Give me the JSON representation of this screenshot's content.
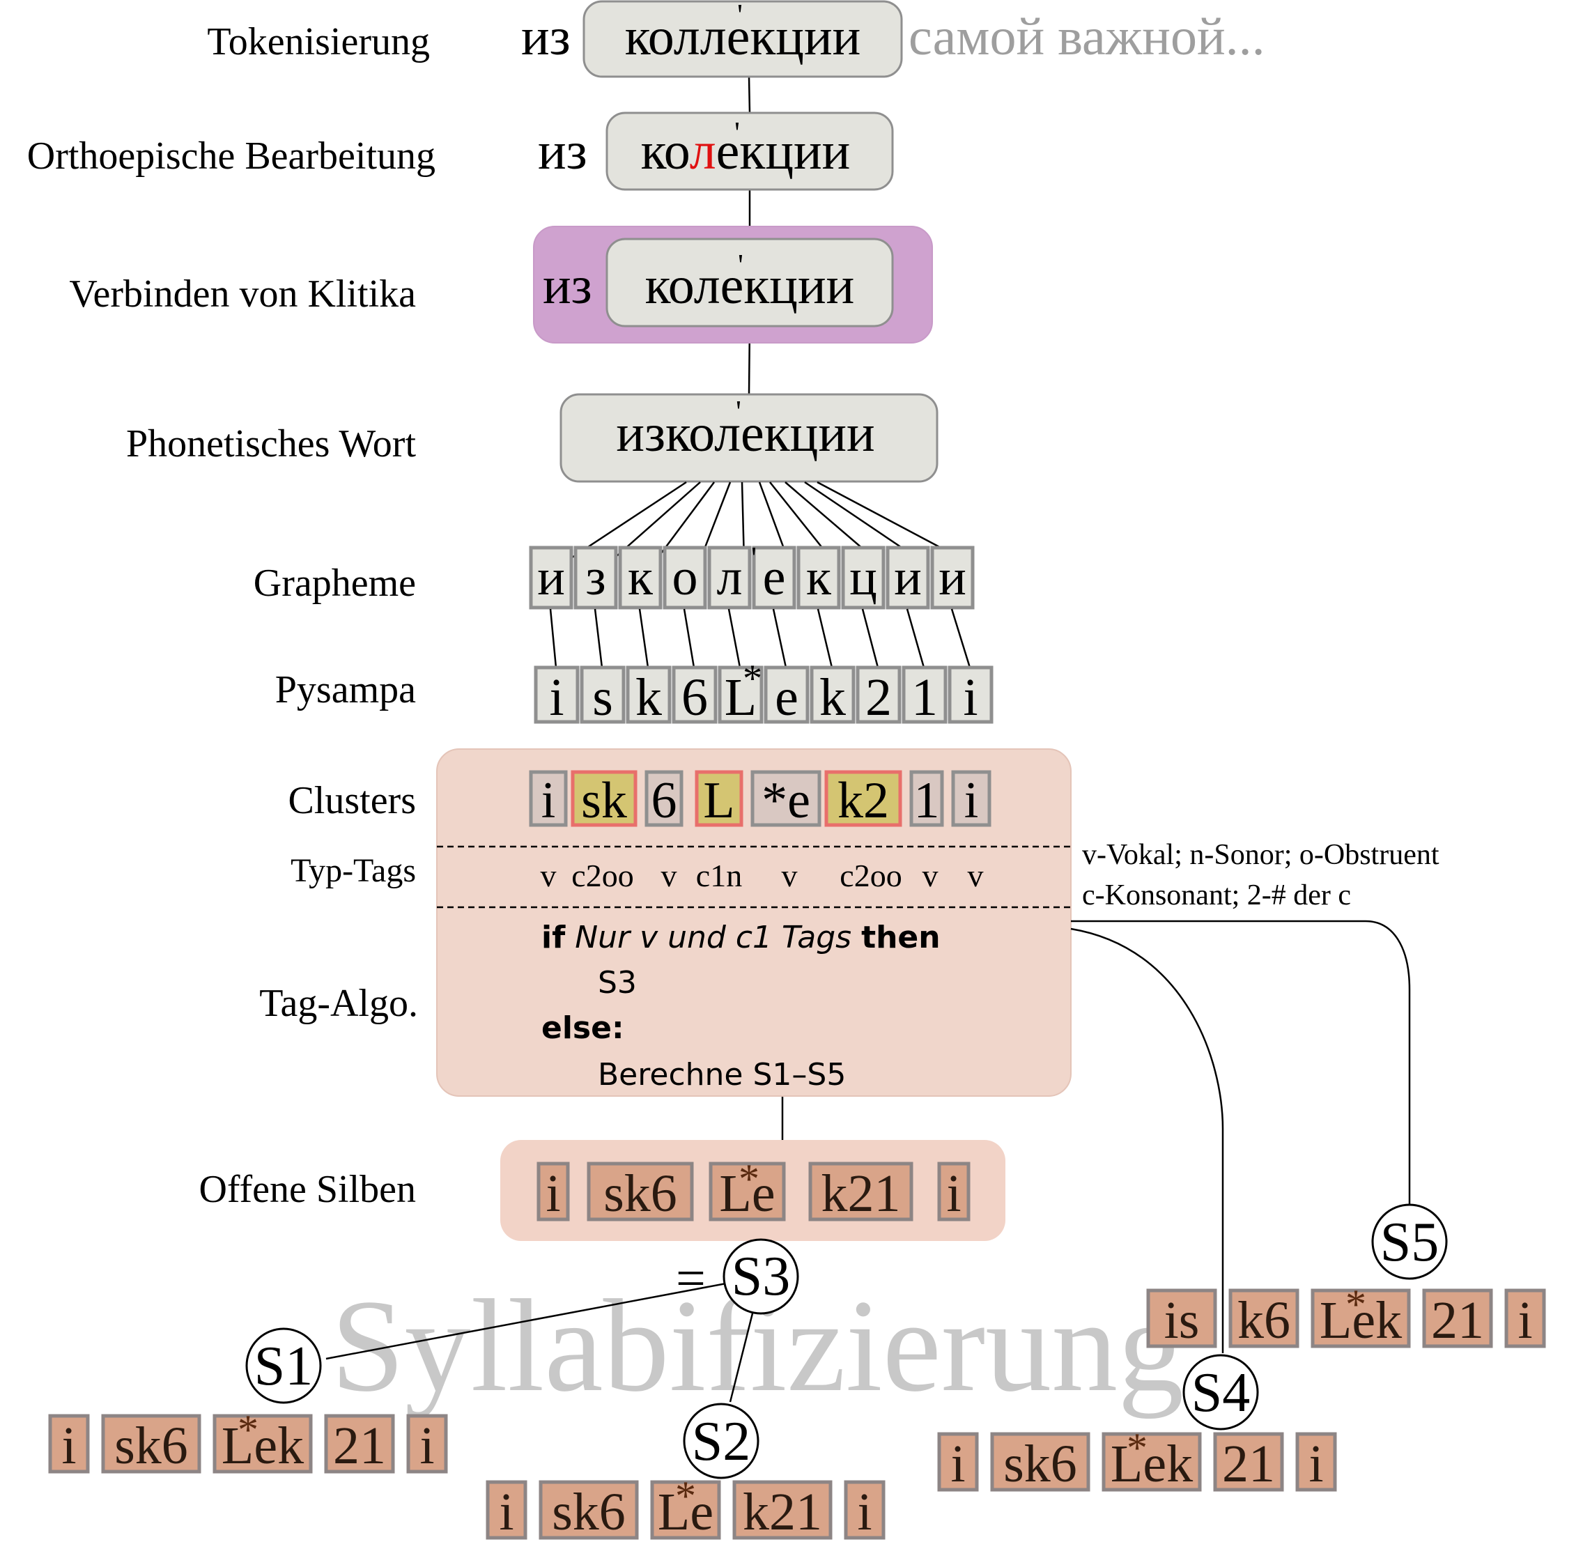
{
  "colors": {
    "box_fill": "#e3e3dd",
    "box_stroke": "#8f8f8f",
    "clitic_fill": "#cfa2cf",
    "cluster_panel": "#f0d6cb",
    "highlight": "#d4c572",
    "highlight_border": "#e86f6b",
    "syllable_fill": "#d9a489",
    "open_syllable_panel": "#f2d3c7",
    "grey_text": "#9e9e9e",
    "red_letter": "#e01010",
    "watermark": "#c8c8c8"
  },
  "stage_labels": {
    "tokenization": "Tokenisierung",
    "orthoepic": "Orthoepische Bearbeitung",
    "clitics": "Verbinden von Klitika",
    "phonetic_word": "Phonetisches Wort",
    "graphemes": "Grapheme",
    "pysampa": "Pysampa",
    "clusters": "Clusters",
    "type_tags": "Typ-Tags",
    "tag_algo": "Tag-Algo.",
    "open_syllables": "Offene Silben"
  },
  "tokenization": {
    "prev_word": "из",
    "word": "коллекции",
    "rest": "самой важной..."
  },
  "orthoepic": {
    "prev_word": "из",
    "word_before": "ко",
    "word_changed": "л",
    "word_after": "екции"
  },
  "clitics": {
    "clitic": "из",
    "word": "колекции"
  },
  "phonetic_word": "изколекции",
  "graphemes": [
    "и",
    "з",
    "к",
    "о",
    "л",
    "е",
    "к",
    "ц",
    "и",
    "и"
  ],
  "pysampa": [
    "i",
    "s",
    "k",
    "6",
    "L",
    "e",
    "k",
    "2",
    "1",
    "i"
  ],
  "clusters": [
    "i",
    "sk",
    "6",
    "L",
    "*e",
    "k2",
    "1",
    "i"
  ],
  "type_tags": [
    "v",
    "c2oo",
    "v",
    "c1n",
    "v",
    "c2oo",
    "v",
    "v"
  ],
  "legend": {
    "line1": "v-Vokal; n-Sonor; o-Obstruent",
    "line2": "c-Konsonant; 2-# der c"
  },
  "tag_algo": {
    "if_kw": "if",
    "condition": "Nur v und c1 Tags",
    "then_kw": "then",
    "then_result": "S3",
    "else_kw": "else:",
    "else_action": "Berechne S1–S5"
  },
  "open_syllables": [
    "i",
    "sk6",
    "Le",
    "k21",
    "i"
  ],
  "stress_mark": "*",
  "equals": "=",
  "watermark": "Syllabifizierung",
  "variants": {
    "S1": {
      "label": "S1",
      "syllables": [
        "i",
        "sk6",
        "Lek",
        "21",
        "i"
      ]
    },
    "S2": {
      "label": "S2",
      "syllables": [
        "i",
        "sk6",
        "Le",
        "k21",
        "i"
      ]
    },
    "S3": {
      "label": "S3"
    },
    "S4": {
      "label": "S4",
      "syllables": [
        "i",
        "sk6",
        "Lek",
        "21",
        "i"
      ]
    },
    "S5": {
      "label": "S5",
      "syllables": [
        "is",
        "k6",
        "Lek",
        "21",
        "i"
      ]
    }
  }
}
